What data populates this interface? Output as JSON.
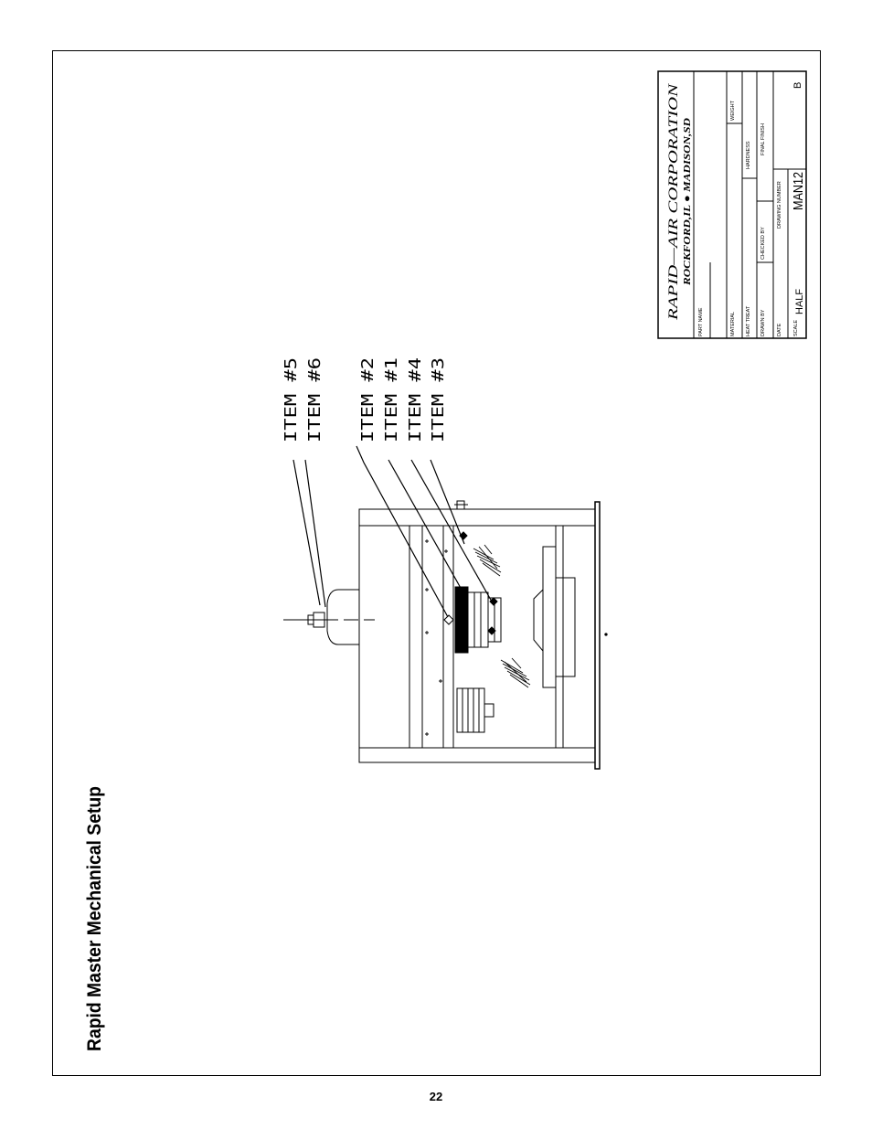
{
  "page": {
    "title": "Rapid Master Mechanical Setup",
    "page_number": "22"
  },
  "callouts": {
    "item5": "ITEM #5",
    "item6": "ITEM #6",
    "item2": "ITEM #2",
    "item1": "ITEM #1",
    "item4": "ITEM #4",
    "item3": "ITEM #3"
  },
  "title_block": {
    "company": "RAPID—AIR CORPORATION",
    "locations": "ROCKFORD,IL ● MADISON,SD",
    "part_name_label": "PART NAME",
    "material_label": "MATERIAL",
    "heat_treat_label": "HEAT TREAT",
    "drawn_by_label": "DRAWN BY",
    "checked_by_label": "CHECKED BY",
    "date_label": "DATE",
    "scale_label": "SCALE",
    "scale_value": "HALF",
    "drawing_number_label": "DRAWING NUMBER",
    "drawing_number": "MAN12",
    "revision": "B",
    "weight_label": "WEIGHT",
    "hardness_label": "HARDNESS",
    "final_finish_label": "FINAL FINISH"
  }
}
